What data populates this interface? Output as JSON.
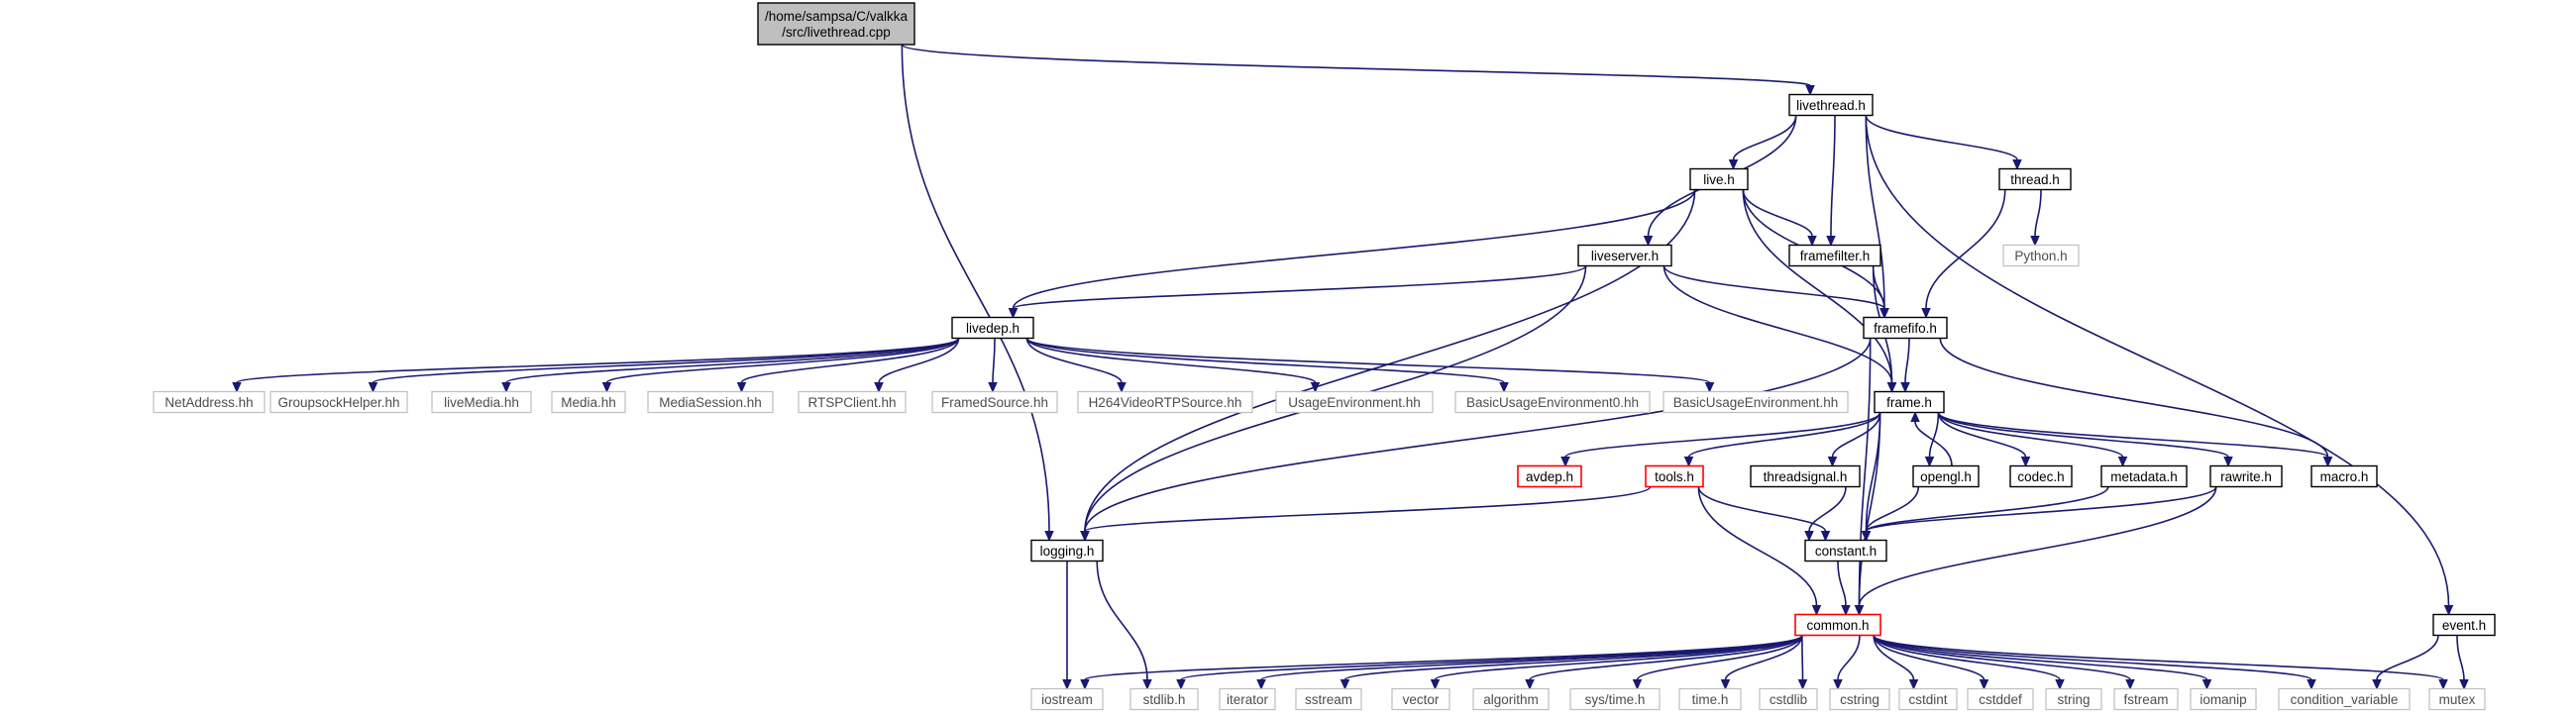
{
  "graph": {
    "title": "/home/sampsa/C/valkka /src/livethread.cpp",
    "colors": {
      "edge": "#191970",
      "root_fill": "#bfbfbf",
      "root_stroke": "#000000",
      "documented_stroke": "#000000",
      "truncated_stroke": "#ff0000",
      "external_stroke": "#bfbfbf",
      "background": "#ffffff"
    },
    "nodes": [
      {
        "id": "root",
        "lines": [
          "/home/sampsa/C/valkka",
          "/src/livethread.cpp"
        ],
        "style": "root"
      },
      {
        "id": "livethread_h",
        "lines": [
          "livethread.h"
        ],
        "style": "documented"
      },
      {
        "id": "live_h",
        "lines": [
          "live.h"
        ],
        "style": "documented"
      },
      {
        "id": "thread_h",
        "lines": [
          "thread.h"
        ],
        "style": "documented"
      },
      {
        "id": "python_h",
        "lines": [
          "Python.h"
        ],
        "style": "external"
      },
      {
        "id": "liveserver_h",
        "lines": [
          "liveserver.h"
        ],
        "style": "documented"
      },
      {
        "id": "framefilter_h",
        "lines": [
          "framefilter.h"
        ],
        "style": "documented"
      },
      {
        "id": "framefifo_h",
        "lines": [
          "framefifo.h"
        ],
        "style": "documented"
      },
      {
        "id": "livedep_h",
        "lines": [
          "livedep.h"
        ],
        "style": "documented"
      },
      {
        "id": "frame_h",
        "lines": [
          "frame.h"
        ],
        "style": "documented"
      },
      {
        "id": "netaddress_hh",
        "lines": [
          "NetAddress.hh"
        ],
        "style": "external"
      },
      {
        "id": "groupsockhelper_hh",
        "lines": [
          "GroupsockHelper.hh"
        ],
        "style": "external"
      },
      {
        "id": "livemedia_hh",
        "lines": [
          "liveMedia.hh"
        ],
        "style": "external"
      },
      {
        "id": "media_hh",
        "lines": [
          "Media.hh"
        ],
        "style": "external"
      },
      {
        "id": "mediasession_hh",
        "lines": [
          "MediaSession.hh"
        ],
        "style": "external"
      },
      {
        "id": "rtspclient_hh",
        "lines": [
          "RTSPClient.hh"
        ],
        "style": "external"
      },
      {
        "id": "framedsource_hh",
        "lines": [
          "FramedSource.hh"
        ],
        "style": "external"
      },
      {
        "id": "h264_hh",
        "lines": [
          "H264VideoRTPSource.hh"
        ],
        "style": "external"
      },
      {
        "id": "usageenv_hh",
        "lines": [
          "UsageEnvironment.hh"
        ],
        "style": "external"
      },
      {
        "id": "basicusageenv0_hh",
        "lines": [
          "BasicUsageEnvironment0.hh"
        ],
        "style": "external"
      },
      {
        "id": "basicusageenv_hh",
        "lines": [
          "BasicUsageEnvironment.hh"
        ],
        "style": "external"
      },
      {
        "id": "avdep_h",
        "lines": [
          "avdep.h"
        ],
        "style": "truncated"
      },
      {
        "id": "tools_h",
        "lines": [
          "tools.h"
        ],
        "style": "truncated"
      },
      {
        "id": "threadsignal_h",
        "lines": [
          "threadsignal.h"
        ],
        "style": "documented"
      },
      {
        "id": "opengl_h",
        "lines": [
          "opengl.h"
        ],
        "style": "documented"
      },
      {
        "id": "codec_h",
        "lines": [
          "codec.h"
        ],
        "style": "documented"
      },
      {
        "id": "metadata_h",
        "lines": [
          "metadata.h"
        ],
        "style": "documented"
      },
      {
        "id": "rawrite_h",
        "lines": [
          "rawrite.h"
        ],
        "style": "documented"
      },
      {
        "id": "macro_h",
        "lines": [
          "macro.h"
        ],
        "style": "documented"
      },
      {
        "id": "logging_h",
        "lines": [
          "logging.h"
        ],
        "style": "documented"
      },
      {
        "id": "constant_h",
        "lines": [
          "constant.h"
        ],
        "style": "documented"
      },
      {
        "id": "common_h",
        "lines": [
          "common.h"
        ],
        "style": "truncated"
      },
      {
        "id": "event_h",
        "lines": [
          "event.h"
        ],
        "style": "documented"
      },
      {
        "id": "iostream",
        "lines": [
          "iostream"
        ],
        "style": "external"
      },
      {
        "id": "stdlib_h",
        "lines": [
          "stdlib.h"
        ],
        "style": "external"
      },
      {
        "id": "iterator",
        "lines": [
          "iterator"
        ],
        "style": "external"
      },
      {
        "id": "sstream",
        "lines": [
          "sstream"
        ],
        "style": "external"
      },
      {
        "id": "vector",
        "lines": [
          "vector"
        ],
        "style": "external"
      },
      {
        "id": "algorithm",
        "lines": [
          "algorithm"
        ],
        "style": "external"
      },
      {
        "id": "sys_time_h",
        "lines": [
          "sys/time.h"
        ],
        "style": "external"
      },
      {
        "id": "time_h",
        "lines": [
          "time.h"
        ],
        "style": "external"
      },
      {
        "id": "cstdlib",
        "lines": [
          "cstdlib"
        ],
        "style": "external"
      },
      {
        "id": "cstring",
        "lines": [
          "cstring"
        ],
        "style": "external"
      },
      {
        "id": "cstdint",
        "lines": [
          "cstdint"
        ],
        "style": "external"
      },
      {
        "id": "cstddef",
        "lines": [
          "cstddef"
        ],
        "style": "external"
      },
      {
        "id": "string",
        "lines": [
          "string"
        ],
        "style": "external"
      },
      {
        "id": "fstream",
        "lines": [
          "fstream"
        ],
        "style": "external"
      },
      {
        "id": "iomanip",
        "lines": [
          "iomanip"
        ],
        "style": "external"
      },
      {
        "id": "condition_variable",
        "lines": [
          "condition_variable"
        ],
        "style": "external"
      },
      {
        "id": "mutex",
        "lines": [
          "mutex"
        ],
        "style": "external"
      }
    ],
    "edges": [
      [
        "root",
        "livethread_h"
      ],
      [
        "root",
        "logging_h"
      ],
      [
        "livethread_h",
        "live_h"
      ],
      [
        "livethread_h",
        "thread_h"
      ],
      [
        "livethread_h",
        "liveserver_h"
      ],
      [
        "livethread_h",
        "framefilter_h"
      ],
      [
        "livethread_h",
        "framefifo_h"
      ],
      [
        "livethread_h",
        "event_h"
      ],
      [
        "live_h",
        "livedep_h"
      ],
      [
        "live_h",
        "framefilter_h"
      ],
      [
        "live_h",
        "framefifo_h"
      ],
      [
        "live_h",
        "frame_h"
      ],
      [
        "live_h",
        "logging_h"
      ],
      [
        "thread_h",
        "python_h"
      ],
      [
        "thread_h",
        "framefifo_h"
      ],
      [
        "liveserver_h",
        "livedep_h"
      ],
      [
        "liveserver_h",
        "framefifo_h"
      ],
      [
        "liveserver_h",
        "frame_h"
      ],
      [
        "liveserver_h",
        "logging_h"
      ],
      [
        "framefilter_h",
        "framefifo_h"
      ],
      [
        "framefilter_h",
        "frame_h"
      ],
      [
        "framefifo_h",
        "frame_h"
      ],
      [
        "framefifo_h",
        "macro_h"
      ],
      [
        "framefifo_h",
        "logging_h"
      ],
      [
        "framefifo_h",
        "common_h"
      ],
      [
        "livedep_h",
        "netaddress_hh"
      ],
      [
        "livedep_h",
        "groupsockhelper_hh"
      ],
      [
        "livedep_h",
        "livemedia_hh"
      ],
      [
        "livedep_h",
        "media_hh"
      ],
      [
        "livedep_h",
        "mediasession_hh"
      ],
      [
        "livedep_h",
        "rtspclient_hh"
      ],
      [
        "livedep_h",
        "framedsource_hh"
      ],
      [
        "livedep_h",
        "h264_hh"
      ],
      [
        "livedep_h",
        "usageenv_hh"
      ],
      [
        "livedep_h",
        "basicusageenv0_hh"
      ],
      [
        "livedep_h",
        "basicusageenv_hh"
      ],
      [
        "frame_h",
        "avdep_h"
      ],
      [
        "frame_h",
        "tools_h"
      ],
      [
        "frame_h",
        "threadsignal_h"
      ],
      [
        "frame_h",
        "opengl_h"
      ],
      [
        "frame_h",
        "codec_h"
      ],
      [
        "frame_h",
        "metadata_h"
      ],
      [
        "frame_h",
        "rawrite_h"
      ],
      [
        "frame_h",
        "macro_h"
      ],
      [
        "frame_h",
        "constant_h"
      ],
      [
        "frame_h",
        "common_h"
      ],
      [
        "opengl_h",
        "frame_h"
      ],
      [
        "opengl_h",
        "constant_h"
      ],
      [
        "tools_h",
        "logging_h"
      ],
      [
        "tools_h",
        "constant_h"
      ],
      [
        "tools_h",
        "common_h"
      ],
      [
        "threadsignal_h",
        "constant_h"
      ],
      [
        "metadata_h",
        "constant_h"
      ],
      [
        "rawrite_h",
        "constant_h"
      ],
      [
        "rawrite_h",
        "common_h"
      ],
      [
        "constant_h",
        "common_h"
      ],
      [
        "logging_h",
        "iostream"
      ],
      [
        "logging_h",
        "stdlib_h"
      ],
      [
        "common_h",
        "iostream"
      ],
      [
        "common_h",
        "stdlib_h"
      ],
      [
        "common_h",
        "iterator"
      ],
      [
        "common_h",
        "sstream"
      ],
      [
        "common_h",
        "vector"
      ],
      [
        "common_h",
        "algorithm"
      ],
      [
        "common_h",
        "sys_time_h"
      ],
      [
        "common_h",
        "time_h"
      ],
      [
        "common_h",
        "cstdlib"
      ],
      [
        "common_h",
        "cstring"
      ],
      [
        "common_h",
        "cstdint"
      ],
      [
        "common_h",
        "cstddef"
      ],
      [
        "common_h",
        "string"
      ],
      [
        "common_h",
        "fstream"
      ],
      [
        "common_h",
        "iomanip"
      ],
      [
        "common_h",
        "condition_variable"
      ],
      [
        "common_h",
        "mutex"
      ],
      [
        "event_h",
        "condition_variable"
      ],
      [
        "event_h",
        "mutex"
      ]
    ]
  }
}
